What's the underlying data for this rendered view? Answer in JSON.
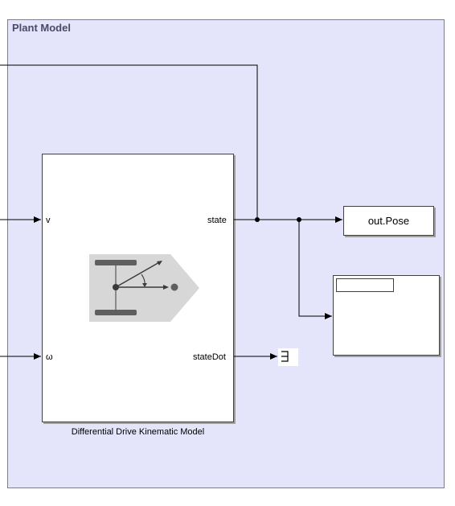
{
  "subsystem": {
    "title": "Plant Model"
  },
  "kinematic_block": {
    "name": "Differential Drive Kinematic Model",
    "inputs": [
      "v",
      "ω"
    ],
    "outputs": [
      "state",
      "stateDot"
    ]
  },
  "to_workspace_block": {
    "variable": "out.Pose"
  },
  "colors": {
    "subsystem_fill": "#e4e4fb",
    "icon_background": "#d7d7d7",
    "icon_wheels": "#5f5f5f",
    "line": "#000000"
  }
}
